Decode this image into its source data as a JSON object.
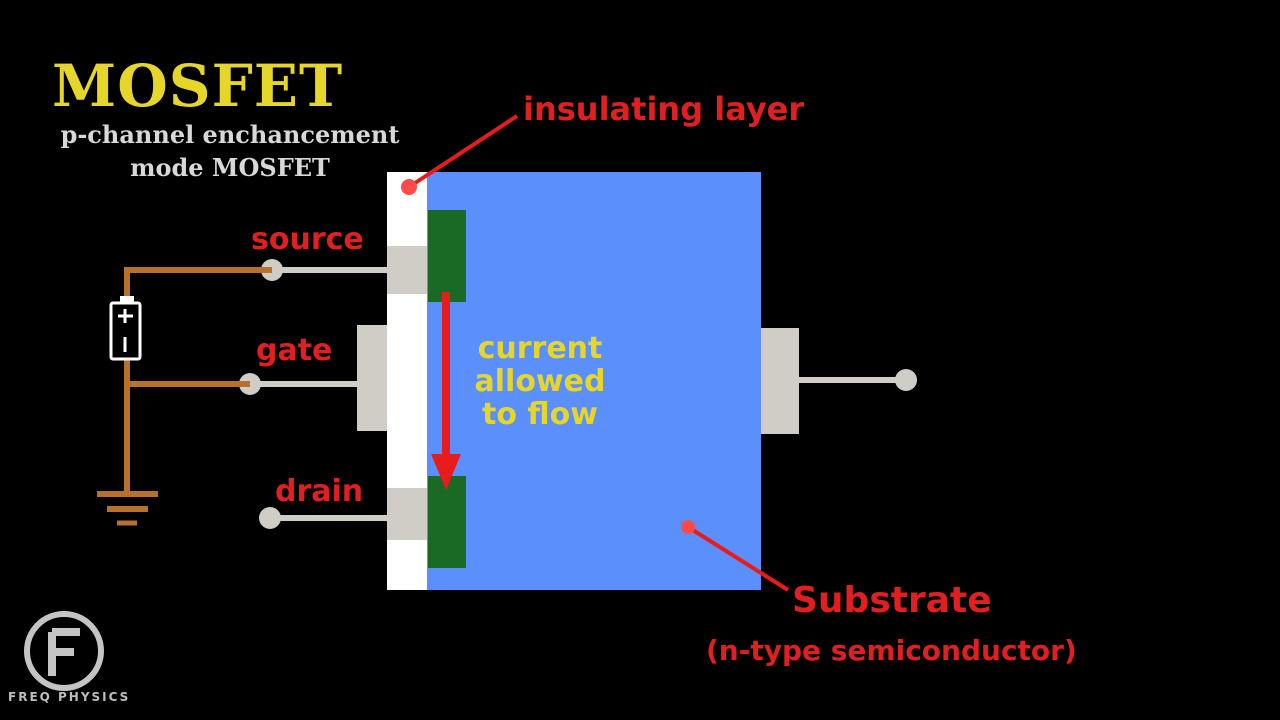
{
  "title": "MOSFET",
  "subtitle_line1": "p-channel enchancement",
  "subtitle_line2": "mode MOSFET",
  "labels": {
    "insulating_layer": "insulating layer",
    "source": "source",
    "gate": "gate",
    "drain": "drain",
    "current_line1": "current",
    "current_line2": "allowed",
    "current_line3": "to flow",
    "substrate": "Substrate",
    "substrate_type": "(n-type semiconductor)"
  },
  "battery": {
    "plus": "+",
    "minus": "I"
  },
  "logo": {
    "letter": "F",
    "text": "FREQ PHYSICS"
  },
  "colors": {
    "background": "#000000",
    "title": "#e6d62a",
    "label_red": "#e02020",
    "substrate_blue": "#5b8ffc",
    "channel_green": "#1a6a26",
    "terminal_gray": "#d0ccc6",
    "wire_brown": "#b8702a",
    "insulator_white": "#ffffff"
  }
}
